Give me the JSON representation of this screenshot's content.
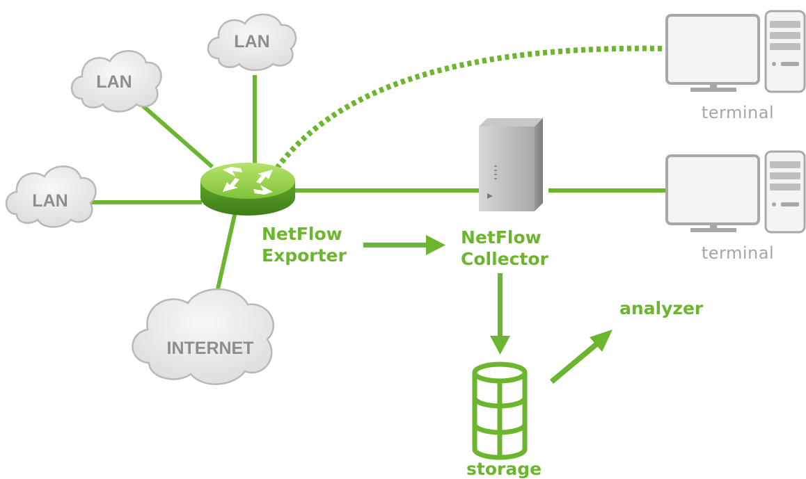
{
  "clouds": [
    {
      "label": "LAN"
    },
    {
      "label": "LAN"
    },
    {
      "label": "LAN"
    },
    {
      "label": "INTERNET"
    }
  ],
  "exporter": {
    "line1": "NetFlow",
    "line2": "Exporter"
  },
  "collector": {
    "line1": "NetFlow",
    "line2": "Collector"
  },
  "terminals": [
    {
      "label": "terminal"
    },
    {
      "label": "terminal"
    }
  ],
  "storage": {
    "label": "storage"
  },
  "analyzer": {
    "label": "analyzer"
  },
  "colors": {
    "accent": "#6cb52e",
    "cloud": "#e6e6e6",
    "cloud_stroke": "#b8b8b8",
    "label_gray": "#a6a6a6"
  }
}
